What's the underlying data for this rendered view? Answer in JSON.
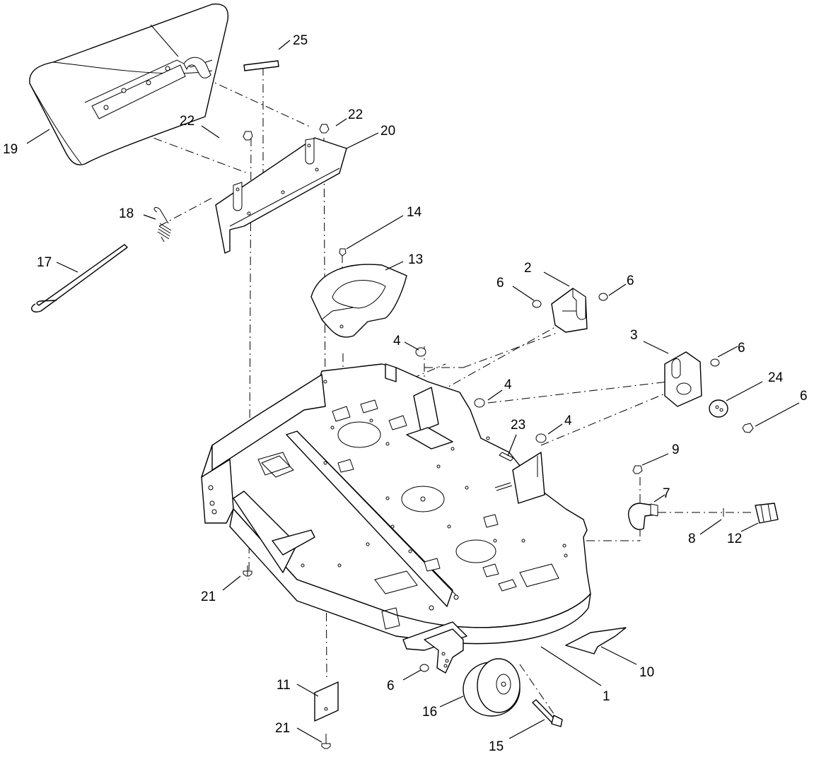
{
  "callouts": [
    "1",
    "2",
    "3",
    "4",
    "4",
    "4",
    "6",
    "6",
    "6",
    "6",
    "6",
    "7",
    "8",
    "9",
    "10",
    "11",
    "12",
    "13",
    "14",
    "15",
    "16",
    "17",
    "18",
    "19",
    "20",
    "21",
    "21",
    "22",
    "22",
    "23",
    "24",
    "25"
  ]
}
